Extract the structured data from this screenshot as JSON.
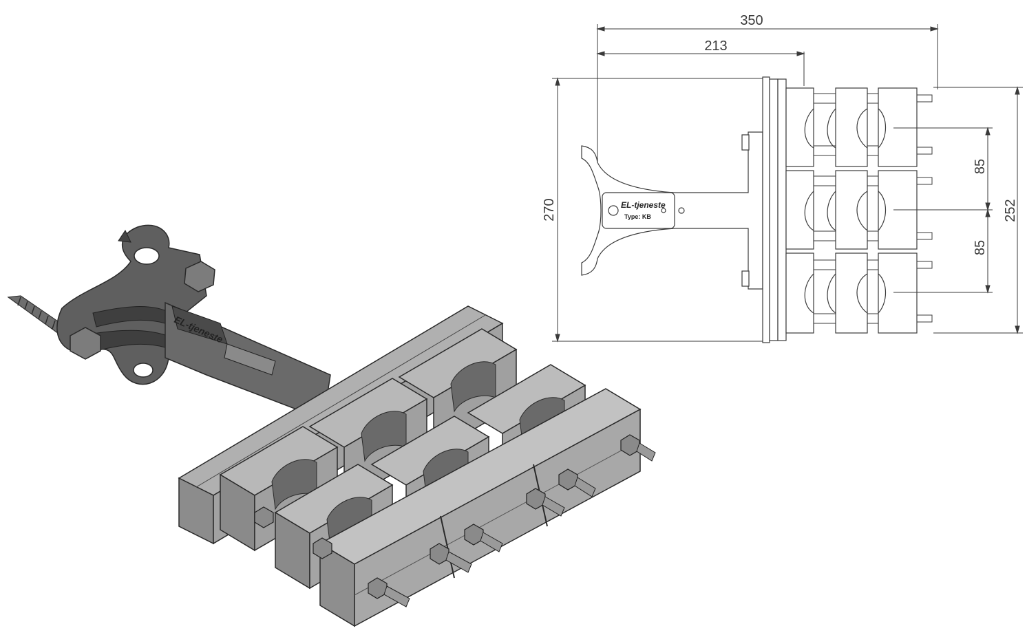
{
  "drawing": {
    "dimensions": {
      "overall_width": "350",
      "bracket_width": "213",
      "bracket_height": "270",
      "clamp_height": "252",
      "pitch_upper": "85",
      "pitch_lower": "85"
    },
    "label": {
      "brand": "EL-tjeneste",
      "type": "Type: KB"
    },
    "colors": {
      "line": "#3a3a3a",
      "metal_dark": "#5a5a5a",
      "metal_mid": "#8a8a8a",
      "metal_light": "#b4b4b4",
      "block": "#9c9c9c"
    }
  }
}
